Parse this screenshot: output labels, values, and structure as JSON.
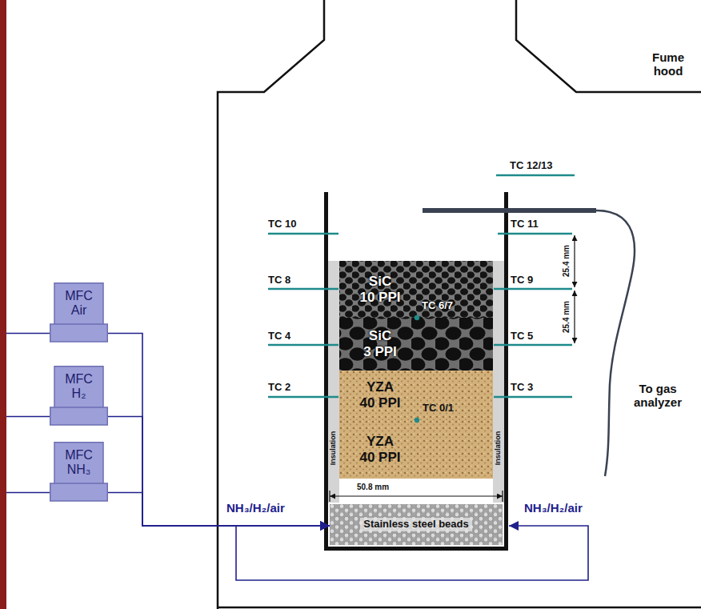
{
  "diagram": {
    "nodes": [
      {
        "text": [
          "MFC Air"
        ]
      },
      {
        "text": [
          "MFC H₂"
        ]
      },
      {
        "text": [
          "MFC NH₃"
        ]
      },
      {
        "text": [
          "SiC 10 PPI"
        ]
      },
      {
        "text": [
          "SiC 3 PPI"
        ]
      },
      {
        "text": [
          "YZA 40 PPI"
        ]
      },
      {
        "text": [
          "YZA 40 PPI"
        ]
      },
      {
        "text": [
          "Stainless steel beads"
        ]
      }
    ],
    "edges": [
      {
        "from": 0,
        "to": 7,
        "arrow": "to"
      },
      {
        "from": 1,
        "to": 7,
        "arrow": "to"
      },
      {
        "from": 2,
        "to": 7,
        "arrow": "to"
      }
    ],
    "labels": [
      "Fume hood",
      "TC 12/13",
      "TC 10",
      "TC 11",
      "25.4 mm",
      "TC 8",
      "TC 9",
      "TC 6/7",
      "25.4 mm",
      "TC 4",
      "TC 5",
      "TC 2",
      "TC 3",
      "TC 0/1",
      "Insulation",
      "Insulation",
      "To gas analyzer",
      "50.8 mm",
      "NH₃/H₂/air",
      "NH₃/H₂/air"
    ]
  }
}
